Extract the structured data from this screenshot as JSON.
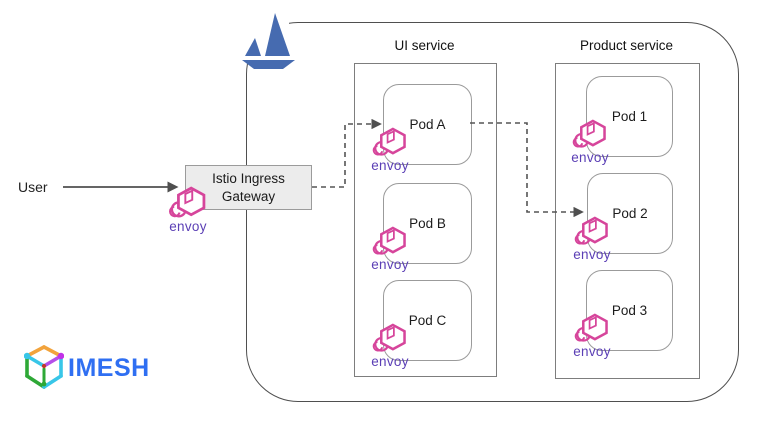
{
  "diagram": {
    "user_label": "User",
    "gateway_label": "Istio Ingress Gateway",
    "envoy_label": "envoy",
    "services": [
      {
        "label": "UI service",
        "pods": [
          "Pod A",
          "Pod B",
          "Pod C"
        ]
      },
      {
        "label": "Product service",
        "pods": [
          "Pod 1",
          "Pod 2",
          "Pod 3"
        ]
      }
    ],
    "flows": [
      "User -> Istio Ingress Gateway",
      "Istio Ingress Gateway -> UI service / Pod A (dashed)",
      "UI service / Pod A -> Product service / Pod 2 (dashed)"
    ],
    "icons": {
      "istio": "istio-sailboat-icon",
      "envoy": "envoy-hexagon-icon",
      "imesh": "imesh-cube-icon"
    },
    "branding": {
      "wordmark": "IMESH"
    },
    "colors": {
      "envoy_pink": "#d6459b",
      "envoy_text_purple": "#5b3fb5",
      "istio_blue": "#466bb0",
      "imesh_blue": "#2f6ff2",
      "line_gray": "#4f4f4f",
      "gateway_fill": "#ececec"
    }
  }
}
